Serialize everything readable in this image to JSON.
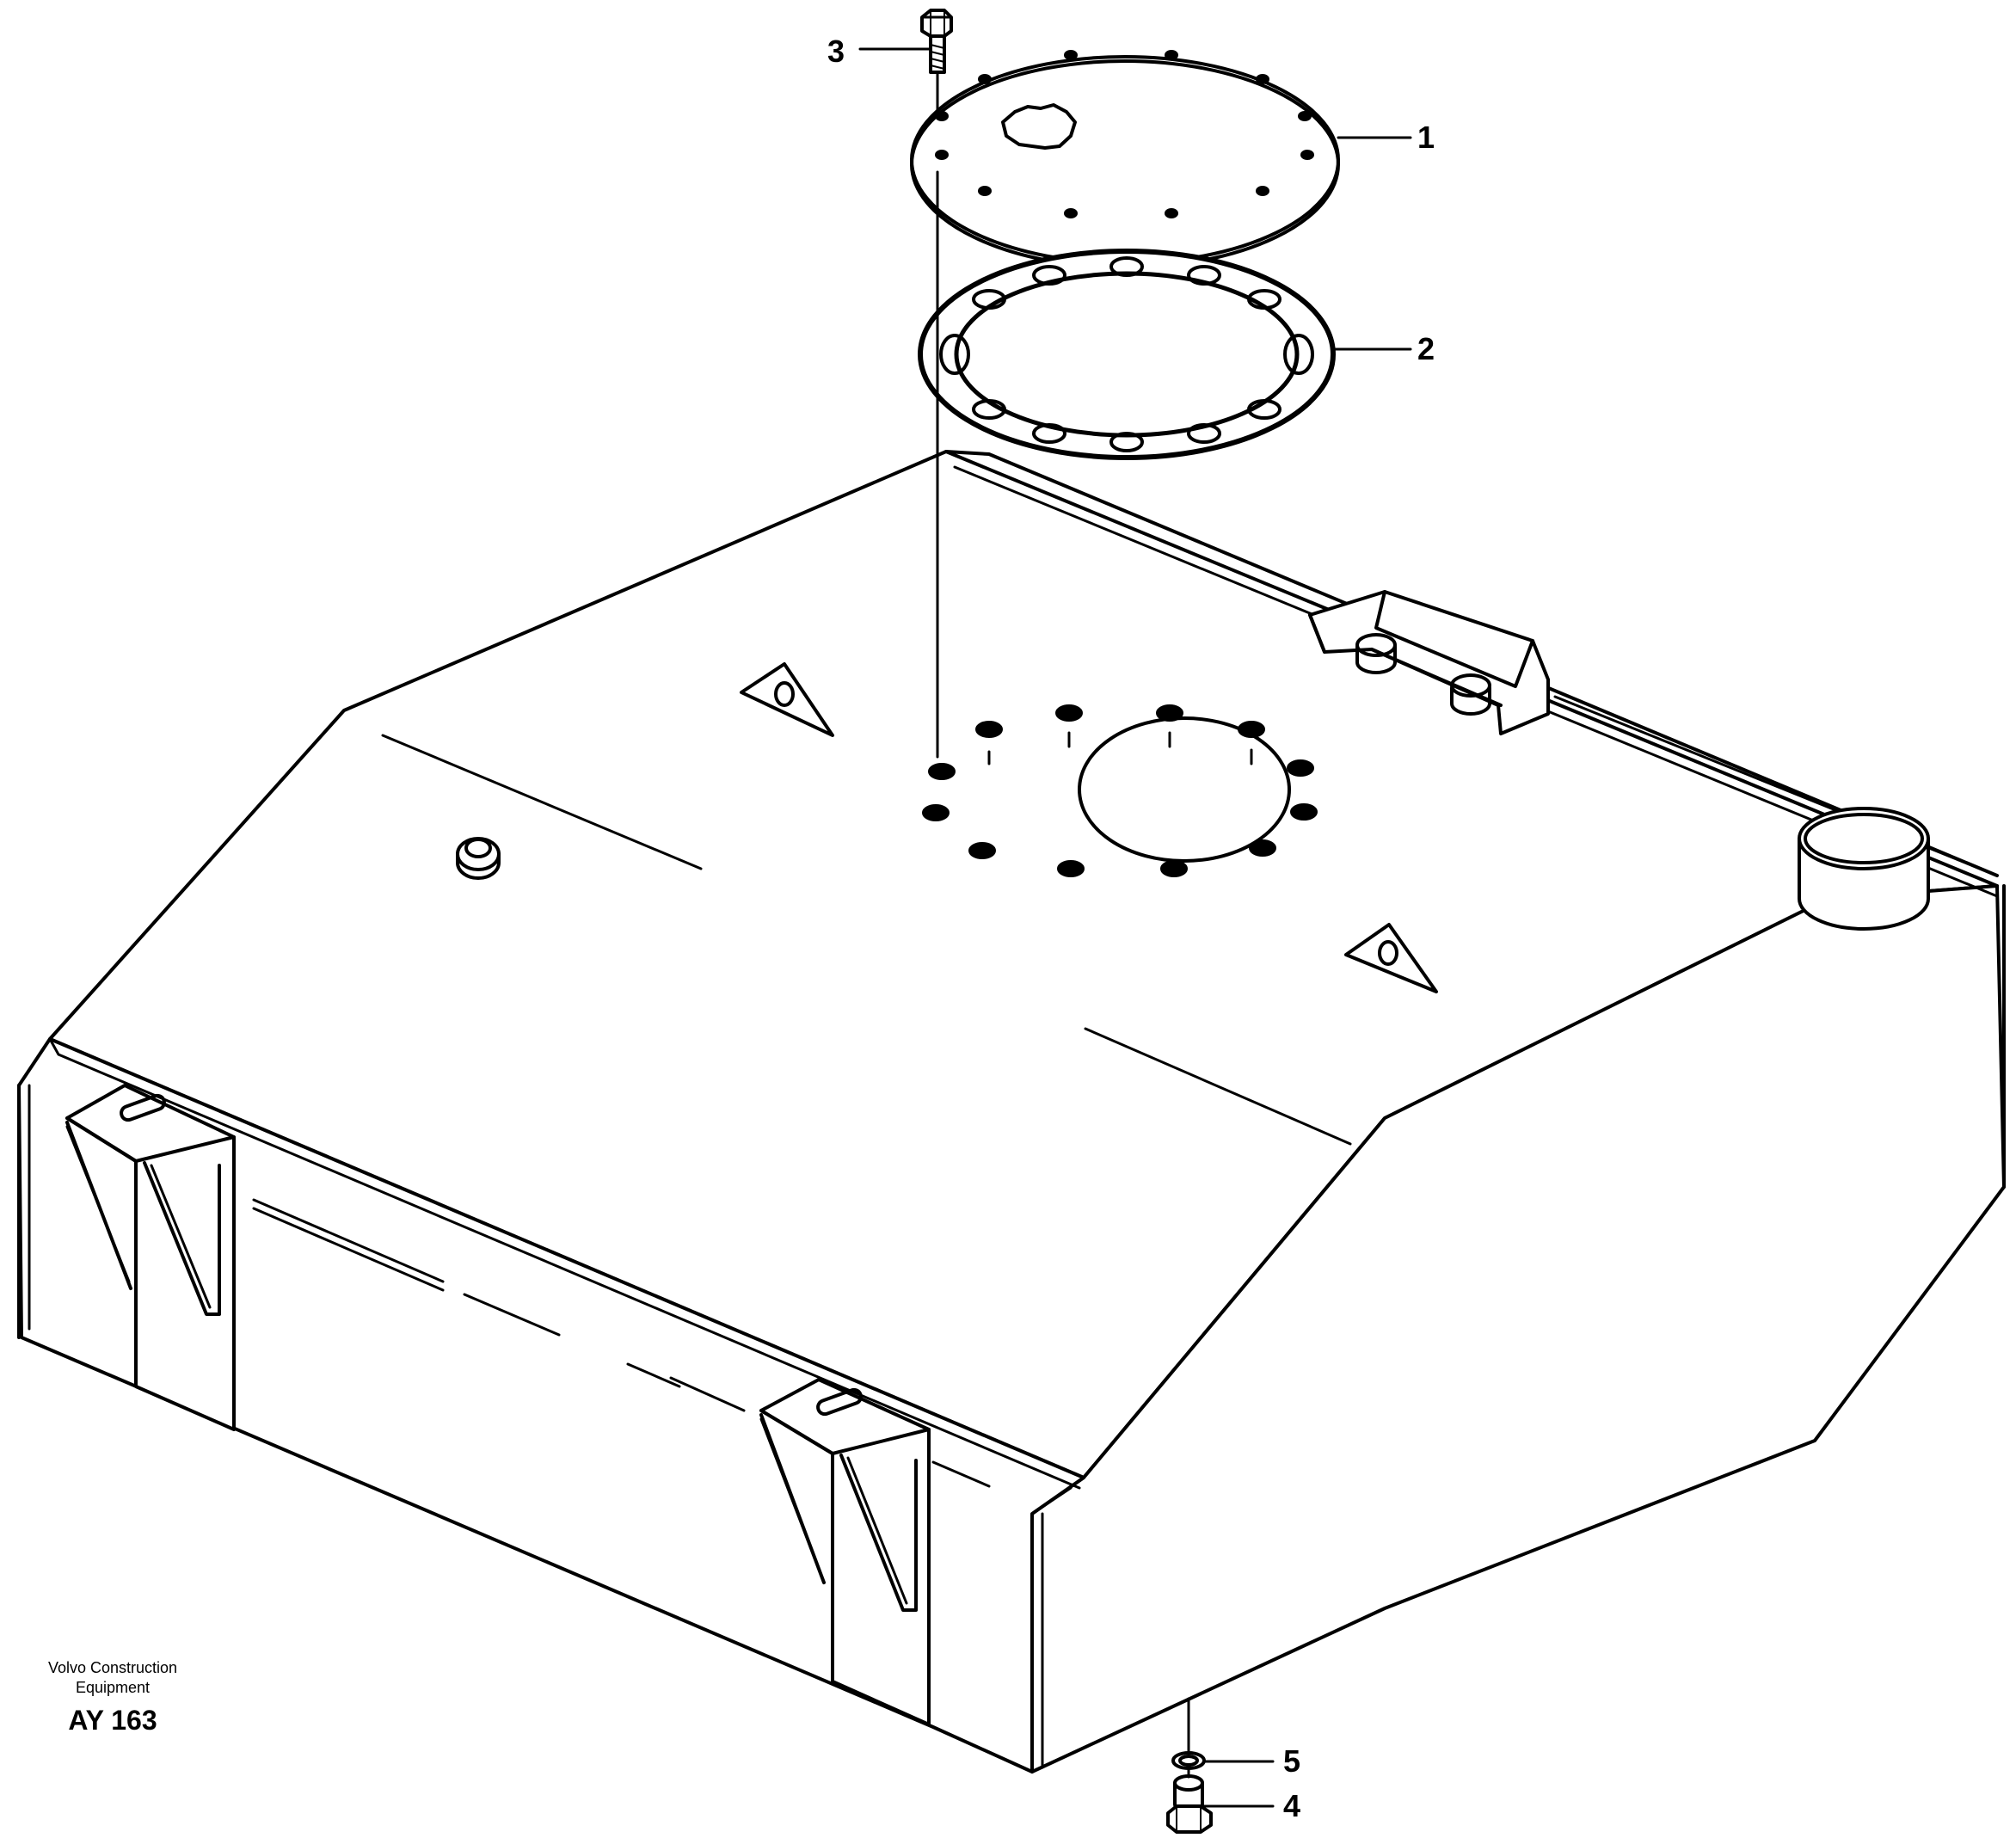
{
  "callouts": [
    {
      "id": "1",
      "label": "1"
    },
    {
      "id": "2",
      "label": "2"
    },
    {
      "id": "3",
      "label": "3"
    },
    {
      "id": "4",
      "label": "4"
    },
    {
      "id": "5",
      "label": "5"
    }
  ],
  "credit": {
    "line1": "Volvo Construction",
    "line2": "Equipment",
    "code": "AY 163"
  }
}
